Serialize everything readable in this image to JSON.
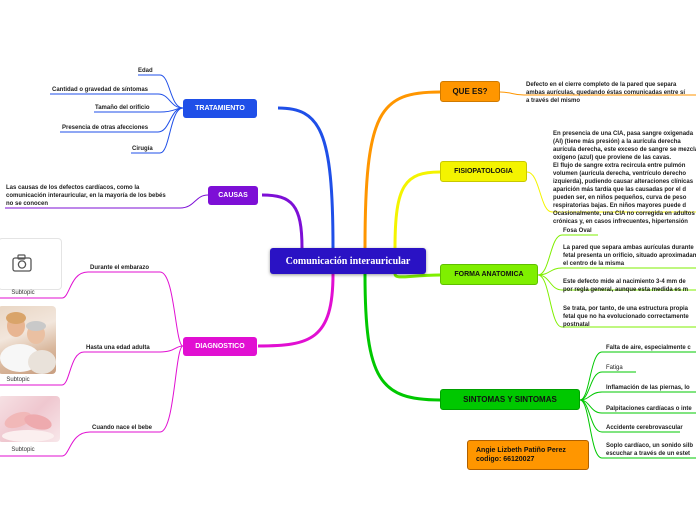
{
  "central": "Comunicación interauricular",
  "author": "Angie Lizbeth Patiño Perez codigo: 66120027",
  "left": {
    "tratamiento": {
      "label": "TRATAMIENTO",
      "items": [
        "Edad",
        "Cantidad o gravedad de síntomas",
        "Tamaño del orificio",
        "Presencia de otras afecciones",
        "Cirugía"
      ]
    },
    "causas": {
      "label": "CAUSAS",
      "text": [
        "Las causas de los defectos cardíacos, como la",
        "comunicación interauricular, en la mayoría de los bebés",
        "no se conocen"
      ]
    },
    "diagnostico": {
      "label": "DIAGNOSTICO",
      "items": [
        "Durante el embarazo",
        "Hasta una edad adulta",
        "Cuando nace el bebe"
      ],
      "subtopic": "Subtopic"
    }
  },
  "right": {
    "que_es": {
      "label": "QUE ES?",
      "text": [
        "Defecto en el cierre completo de la pared que separa",
        "ambas aurículas, quedando éstas comunicadas entre sí",
        "a través del mismo"
      ]
    },
    "fisiopatologia": {
      "label": "FISIOPATOLOGIA",
      "text": [
        "En presencia de una CIA, pasa sangre oxigenada",
        "(AI) (tiene más presión) a la aurícula derecha",
        "aurícula derecha, este exceso de sangre se mezcla",
        "oxígeno (azul) que proviene de las cavas.",
        "El flujo de sangre extra recircula entre pulmón",
        "volumen (aurícula derecha, ventrículo derecho",
        "izquierda), pudiendo causar alteraciones clínicas",
        "aparición más tardía que las causadas por el d",
        "pueden ser, en niños pequeños, curva de peso",
        "respiratorias bajas. En niños mayores puede d",
        "Ocasionalmente, una CIA no corregida en adultos",
        "crónicas y, en casos infrecuentes, hipertensión"
      ]
    },
    "forma": {
      "label": "FORMA ANATOMICA",
      "items": [
        [
          "Fosa Oval"
        ],
        [
          "La pared que separa ambas aurículas durante",
          "fetal presenta un orificio, situado aproximadamente",
          "el centro de la misma"
        ],
        [
          "Este defecto mide al nacimiento 3-4 mm de",
          "por regla general, aunque esta medida es m"
        ],
        [
          "Se trata, por tanto, de una estructura propia",
          "fetal que no ha evolucionado correctamente",
          "postnatal"
        ]
      ]
    },
    "sintomas": {
      "label": "SINTOMAS Y SINTOMAS",
      "items": [
        [
          "Falta de aire, especialmente c"
        ],
        [
          "Fatiga"
        ],
        [
          "Inflamación de las piernas, lo"
        ],
        [
          "Palpitaciones cardíacas o inte"
        ],
        [
          "Accidente cerebrovascular"
        ],
        [
          "Soplo cardíaco, un sonido silb",
          "escuchar a través de un estet"
        ]
      ]
    }
  },
  "colors": {
    "blue": "#1f4fe8",
    "purple": "#7d0fd6",
    "magenta": "#e10fd2",
    "orange": "#ff9600",
    "yellow": "#f4f400",
    "lime": "#7fef00",
    "green": "#00c800",
    "central": "#2a12c4"
  }
}
